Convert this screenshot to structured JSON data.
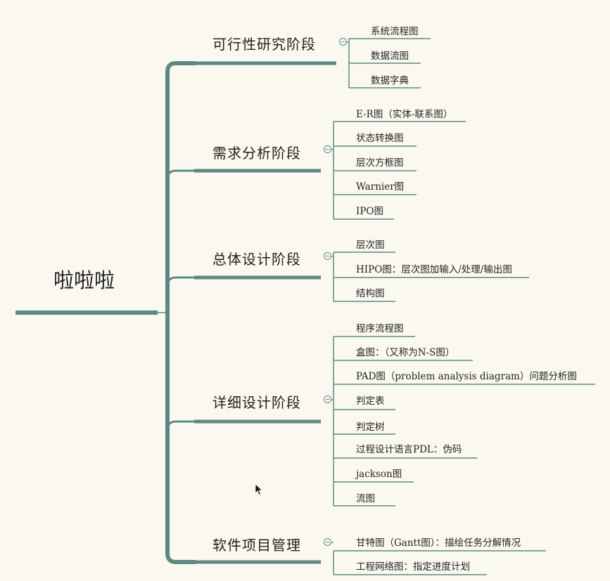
{
  "root": {
    "label": "啦啦啦"
  },
  "branches": [
    {
      "label": "可行性研究阶段",
      "children": [
        "系统流程图",
        "数据流图",
        "数据字典"
      ]
    },
    {
      "label": "需求分析阶段",
      "children": [
        "E-R图（实体-联系图）",
        "状态转换图",
        "层次方框图",
        "Warnier图",
        "IPO图"
      ]
    },
    {
      "label": "总体设计阶段",
      "children": [
        "层次图",
        "HIPO图：层次图加输入/处理/输出图",
        "结构图"
      ]
    },
    {
      "label": "详细设计阶段",
      "children": [
        "程序流程图",
        "盒图：（又称为N-S图）",
        "PAD图（problem analysis diagram）问题分析图",
        "判定表",
        "判定树",
        "过程设计语言PDL：伪码",
        "jackson图",
        "流图"
      ]
    },
    {
      "label": "软件项目管理",
      "children": [
        "甘特图（Gantt图）：描绘任务分解情况",
        "工程网络图：指定进度计划"
      ]
    }
  ],
  "colors": {
    "line": "#5a8a84",
    "background": "#fbf9ef",
    "text": "#1f1f1f"
  },
  "icons": {
    "toggle": "collapse-minus-icon",
    "pointer": "mouse-cursor-icon"
  }
}
